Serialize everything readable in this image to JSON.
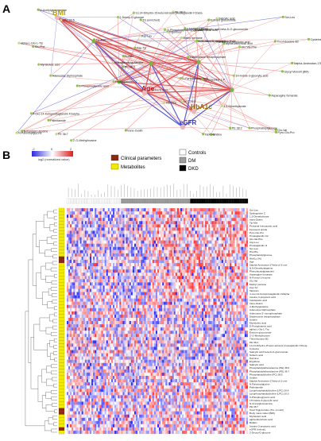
{
  "panel_a": {
    "label": "A",
    "hubs": [
      "BMI",
      "Age",
      "HbA1c",
      "eGFR"
    ],
    "nodes": [
      "2-Deoxy-D-glucose",
      "Salicylic acid",
      "Indolelactic acid",
      "Estrone glucuronide",
      "(3-Phosphopyridoxyl)glycine",
      "PE 38:4",
      "3-Methylglutarine",
      "TG (enriched)",
      "13,14-Dihydro-15-keto-tetranor prostaglandin F1beta",
      "Methyl pentane",
      "PE 38:2",
      "His-Phe",
      "D-Pyroglutamic acid",
      "Asp-Leu",
      "Ser-Leu",
      "Bufalin",
      "Uridine",
      "Ergothion",
      "Asp-Tyr",
      "PC 38:5",
      "Prostaglandin C2",
      "Adenosine 5'-monophosphate",
      "Glycyl Monolit (BM)",
      "Asparagine fumarate",
      "Sphingosine 1-P",
      "Harmine",
      "5alpha-Androstan-17beta-ol-3-one",
      "alpha-Muricholic acid",
      "Diadenosine tetraphosphate",
      "Phenylacetylglutamine",
      "Phosphatidylglucose",
      "Palmitamide",
      "Myristoleic acid",
      "LPC 22:5",
      "Cysteine",
      "Salicylic acid beta-D-O-glucuronide",
      "Suberic acid",
      "PE 36:7",
      "Glu-Val",
      "Pyro-Glu-Pro",
      "Glu-Val-Phe",
      "alpha-L-Glu-L-Trp",
      "N-Acetylglucosamine",
      "N,N-Dimethylarginine",
      "1H-Indole-3-glyoxylic acid",
      "Inosine-3-propionic acid",
      "Thromboxane B2",
      "trans-Zeatin",
      "Adenosine Diphosphate",
      "N-Palmitoylglycine",
      "Tabtoxin",
      "N-Formyl-L-leucine",
      "2'-O-Methylinosine",
      "LPC 20:3",
      "Tip-Met",
      "3-Phosphoglyceric acid",
      "4-oxo-14-Ketoprostaglandin F2alpha",
      "1,3-Dimethylurate"
    ]
  },
  "panel_b": {
    "label": "B",
    "scale_label": "log2 (normalized value)",
    "scale_ticks": [
      "-2",
      "0",
      "2"
    ],
    "legend_types": [
      {
        "label": "Clinical parameters",
        "color": "#8b2a10"
      },
      {
        "label": "Metabolites",
        "color": "#f2ea00"
      }
    ],
    "legend_groups": [
      {
        "label": "Controls",
        "color": "#ffffff"
      },
      {
        "label": "DM",
        "color": "#9e9e9e"
      },
      {
        "label": "DKD",
        "color": "#000000"
      }
    ],
    "row_labels": [
      "Ser-Leu",
      "Sphingosine C",
      "1,3-Dimethylurate",
      "trans-Zeatin",
      "Tip-Met",
      "Pentanal Iminoacetic acid",
      "Fenoterol amide",
      "Pyro-Glu-Pro",
      "Prostaglandin C2",
      "Glu-Val-Phe",
      "Asp-Leu",
      "Prostaglandin I1",
      "Ser-Leu",
      "His-Phe",
      "Phosphatidylglucose",
      "HbA1c (%)",
      "Age",
      "5alpha-Androstan-17beta-ol-3-one",
      "N,N-Dimethylarginine",
      "Phenylacetylglutamine",
      "Asparagine fumarate",
      "N-Formyl-L-leucine",
      "Glu-Val",
      "Methyl pentane",
      "Asp-Tyr",
      "Tabtoxin",
      "4-oxo-14-Ketoprostaglandin F2alpha",
      "Inosine-3-propionic acid",
      "Indolelactic acid",
      "trans-Zeatin",
      "3-Methylglutarine",
      "Adenosine Diphosphate",
      "Adenosine 5'-monophosphate",
      "Diadenosine tetraphosphate",
      "Uridine",
      "Myristoleic acid",
      "D-Pyroglutamic acid",
      "alpha-L-Glu-L-Trp",
      "Estrone glucuronide",
      "2'-O-Methylinosine",
      "Thromboxane B2",
      "PE 38:4",
      "13,14-Dihydro-15-keto-tetranor prostaglandin F1beta",
      "Cysteine",
      "Salicylic acid beta-D-O-glucuronide",
      "Suberic acid",
      "Harmine",
      "Ergothion",
      "Salicylic acid",
      "Phosphatidylethanolamine (PE) 38:2",
      "Phosphatidylethanolamine (PE) 36:7",
      "Phosphatidylcholine (PC) 38:5",
      "Uridine",
      "5alpha-Androstan-17beta-ol-3-one",
      "N-Palmitoylglycine",
      "Palmitamide",
      "Lysophosphatidylcholine (LPC) 20:4",
      "Lysophosphatidylcholine (LPC) 20:3",
      "3-Phosphoglyceric acid",
      "1H-Indole-3-glyoxylic acid",
      "N-Acetylglucosamine",
      "PE 36:7",
      "Total Triglycerides (TG, mmol/l)",
      "Body mass index (BMI)",
      "Myristoleic acid",
      "alpha-Muricholic acid",
      "Bufalin",
      "Inosine-3-propionic acid",
      "eGFR (ml/min)",
      "2-Deoxy-D-glucose"
    ]
  }
}
